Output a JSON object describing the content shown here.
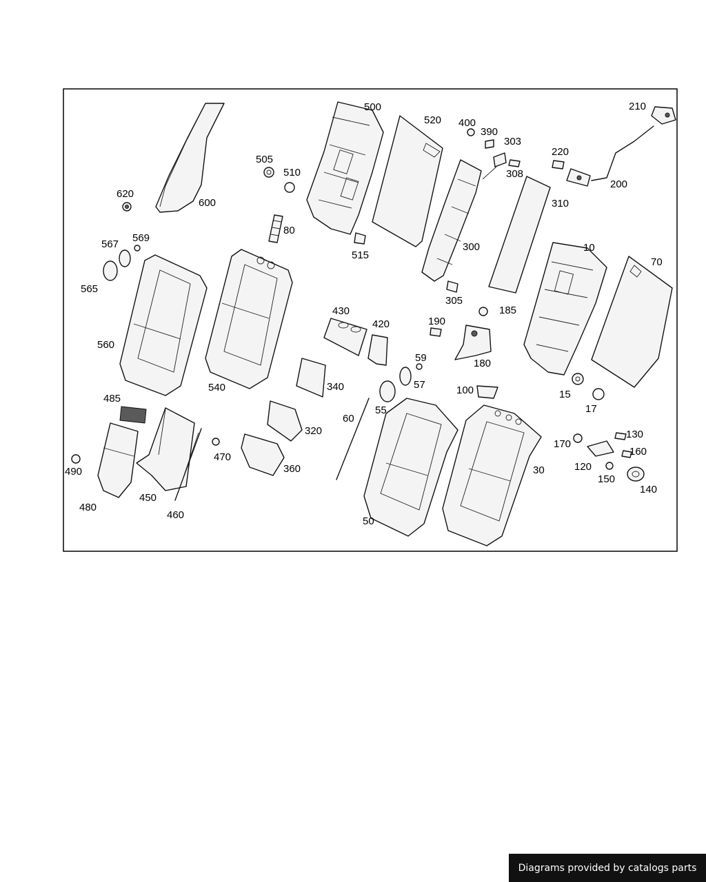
{
  "diagram": {
    "part_numbers": [
      "500",
      "520",
      "400",
      "390",
      "303",
      "210",
      "505",
      "510",
      "220",
      "308",
      "620",
      "600",
      "200",
      "80",
      "310",
      "300",
      "515",
      "10",
      "567",
      "569",
      "70",
      "565",
      "305",
      "185",
      "430",
      "420",
      "190",
      "560",
      "180",
      "540",
      "59",
      "340",
      "57",
      "15",
      "485",
      "55",
      "100",
      "60",
      "17",
      "320",
      "130",
      "170",
      "160",
      "470",
      "490",
      "120",
      "360",
      "30",
      "150",
      "140",
      "450",
      "480",
      "460",
      "50"
    ]
  },
  "footer": {
    "credit": "Diagrams provided by catalogs parts"
  }
}
